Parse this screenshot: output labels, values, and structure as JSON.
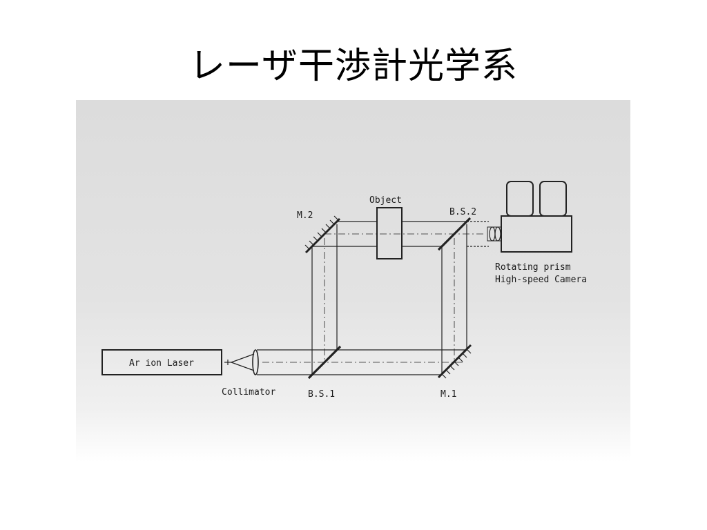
{
  "slide": {
    "title": "レーザ干渉計光学系"
  },
  "diagram": {
    "labels": {
      "laser": "Ar ion Laser",
      "collimator": "Collimator",
      "bs1": "B.S.1",
      "m1": "M.1",
      "m2": "M.2",
      "bs2": "B.S.2",
      "object": "Object",
      "camera_line1": "Rotating prism",
      "camera_line2": "High-speed Camera"
    }
  }
}
